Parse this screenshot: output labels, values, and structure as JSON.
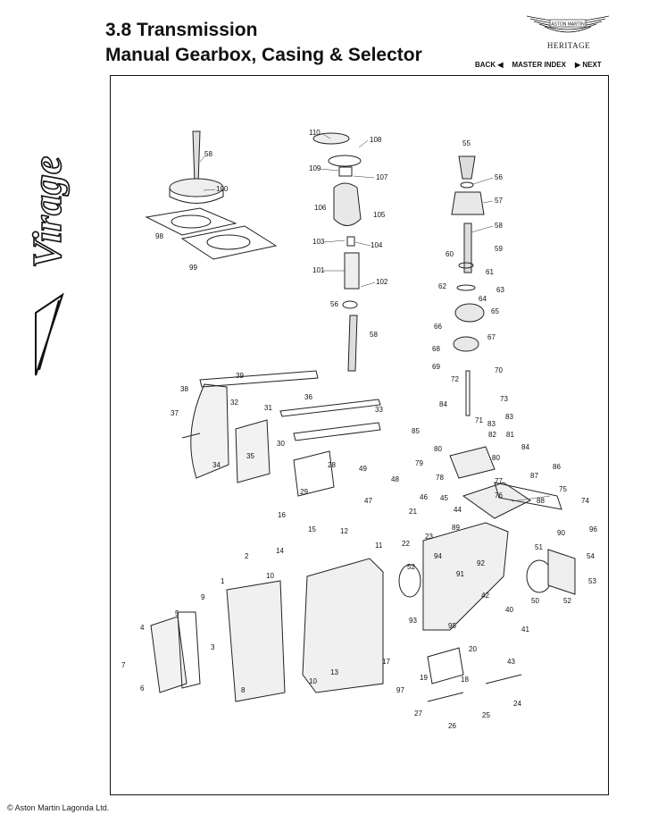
{
  "header": {
    "title_line1": "3.8 Transmission",
    "title_line2": "Manual Gearbox, Casing & Selector",
    "brand_text": "ASTON MARTIN",
    "heritage": "HERITAGE",
    "logo_word": "Virage"
  },
  "nav": {
    "back": "BACK ◀",
    "master_index": "MASTER INDEX",
    "next": "▶ NEXT"
  },
  "footer": {
    "copyright": "© Aston Martin Lagonda Ltd."
  },
  "callouts": [
    "1",
    "2",
    "3",
    "4",
    "5",
    "6",
    "7",
    "8",
    "9",
    "10",
    "10",
    "11",
    "12",
    "13",
    "14",
    "15",
    "16",
    "17",
    "18",
    "19",
    "20",
    "21",
    "22",
    "23",
    "24",
    "25",
    "26",
    "27",
    "28",
    "29",
    "30",
    "31",
    "32",
    "33",
    "34",
    "35",
    "36",
    "37",
    "38",
    "39",
    "40",
    "41",
    "42",
    "43",
    "44",
    "45",
    "46",
    "47",
    "48",
    "49",
    "50",
    "51",
    "52",
    "52",
    "53",
    "54",
    "55",
    "56",
    "56",
    "57",
    "58",
    "58",
    "59",
    "60",
    "61",
    "62",
    "63",
    "64",
    "65",
    "66",
    "67",
    "68",
    "69",
    "70",
    "71",
    "72",
    "73",
    "74",
    "75",
    "76",
    "77",
    "78",
    "79",
    "80",
    "80",
    "81",
    "82",
    "83",
    "83",
    "84",
    "84",
    "85",
    "86",
    "87",
    "88",
    "89",
    "90",
    "91",
    "92",
    "93",
    "94",
    "95",
    "96",
    "97",
    "98",
    "99",
    "100",
    "101",
    "102",
    "103",
    "104",
    "105",
    "106",
    "107",
    "108",
    "109",
    "110"
  ],
  "colors": {
    "ink": "#111111",
    "paper": "#ffffff"
  }
}
